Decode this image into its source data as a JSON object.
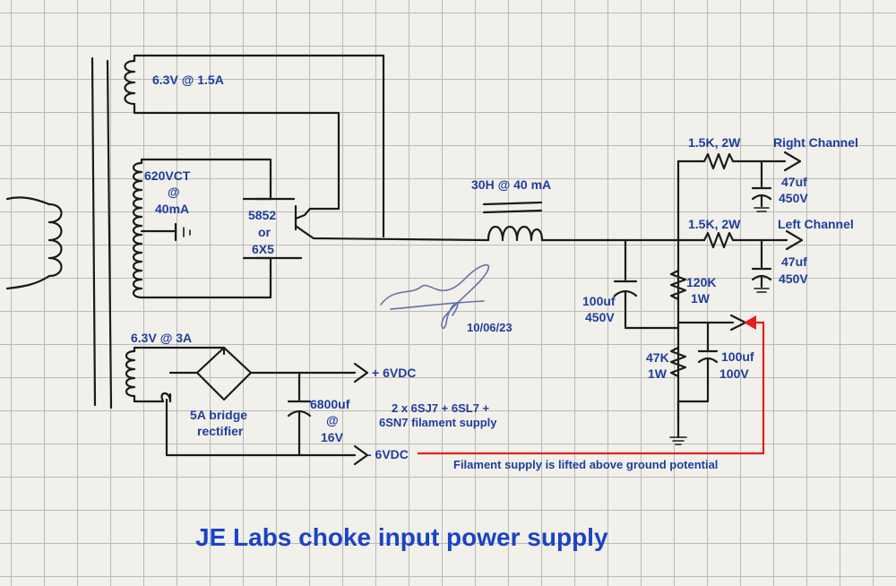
{
  "labels": {
    "fil_winding_1": "6.3V @ 1.5A",
    "hv_winding_1": "620VCT",
    "hv_winding_2": "@",
    "hv_winding_3": "40mA",
    "rect_tube_1": "5852",
    "rect_tube_2": "or",
    "rect_tube_3": "6X5",
    "choke": "30H @ 40 mA",
    "r_right": "1.5K, 2W",
    "out_right": "Right Channel",
    "c_right_1": "47uf",
    "c_right_2": "450V",
    "r_left": "1.5K, 2W",
    "out_left": "Left Channel",
    "c_left_1": "47uf",
    "c_left_2": "450V",
    "c_main_1": "100uf",
    "c_main_2": "450V",
    "r_120k_1": "120K",
    "r_120k_2": "1W",
    "r_47k_1": "47K",
    "r_47k_2": "1W",
    "c_bias_1": "100uf",
    "c_bias_2": "100V",
    "date": "10/06/23",
    "fil_winding_2": "6.3V @ 3A",
    "bridge_1": "5A bridge",
    "bridge_2": "rectifier",
    "c_fil_1": "6800uf",
    "c_fil_2": "@",
    "c_fil_3": "16V",
    "pos_out": "+ 6VDC",
    "neg_out": "- 6VDC",
    "load_1": "2 x 6SJ7 + 6SL7 +",
    "load_2": "6SN7 filament supply",
    "note": "Filament supply is lifted above ground potential",
    "title": "JE Labs choke input power supply"
  },
  "colors": {
    "ink": "#1a1a1a",
    "label": "#1f3d9e",
    "title": "#1b43c4",
    "lift_wire": "#e2211c",
    "paper": "#f1f0eb",
    "grid": "#b9b9b9"
  }
}
